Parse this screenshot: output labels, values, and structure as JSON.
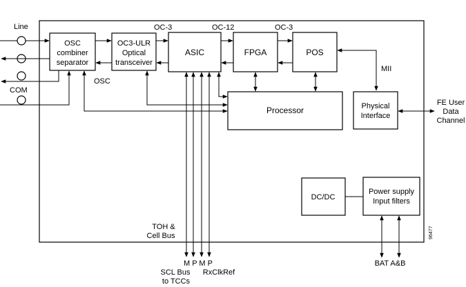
{
  "blocks": {
    "osc": [
      "OSC",
      "combiner",
      "separator"
    ],
    "oc3ulr": [
      "OC3-ULR",
      "Optical",
      "transceiver"
    ],
    "asic": [
      "ASIC"
    ],
    "fpga": [
      "FPGA"
    ],
    "pos": [
      "POS"
    ],
    "processor": [
      "Processor"
    ],
    "phy": [
      "Physical",
      "Interface"
    ],
    "dcdc": [
      "DC/DC"
    ],
    "psu": [
      "Power supply",
      "Input filters"
    ]
  },
  "labels": {
    "line": "Line",
    "com": "COM",
    "osc_tag": "OSC",
    "oc3_left": "OC-3",
    "oc12": "OC-12",
    "oc3_right": "OC-3",
    "mii": "MII",
    "toh": [
      "TOH &",
      "Cell Bus"
    ],
    "mpmp": "M P M P",
    "scl": [
      "SCL Bus",
      "to TCCs"
    ],
    "rxclk": "RxClkRef",
    "fe": [
      "FE User",
      "Data",
      "Channel"
    ],
    "bat": "BAT A&B",
    "figure_id": "96477"
  }
}
